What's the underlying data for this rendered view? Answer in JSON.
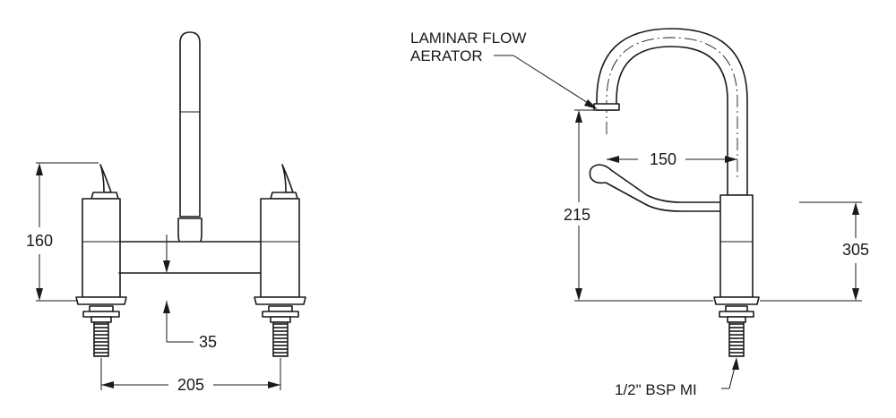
{
  "left_view": {
    "dim_height": "160",
    "dim_depth": "35",
    "dim_centres": "205"
  },
  "right_view": {
    "note_aerator_line1": "LAMINAR FLOW",
    "note_aerator_line2": "AERATOR",
    "dim_reach": "150",
    "dim_spout_height": "215",
    "dim_overall_height": "305",
    "note_connection": "1/2\" BSP MI"
  }
}
